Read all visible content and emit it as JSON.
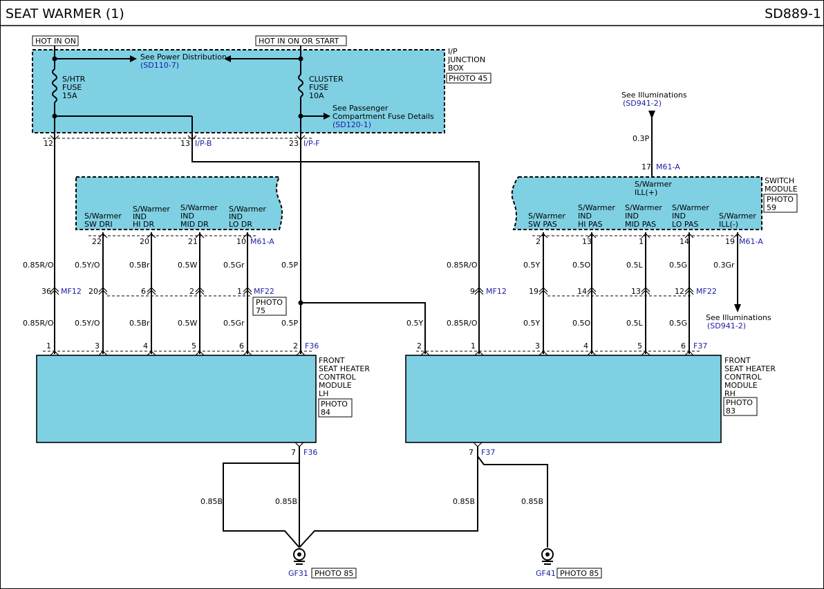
{
  "header": {
    "title": "SEAT WARMER (1)",
    "code": "SD889-1"
  },
  "power": {
    "hot_in_on": "HOT IN ON",
    "hot_in_on_or_start": "HOT IN ON OR START"
  },
  "junction_box": {
    "label_1": "I/P",
    "label_2": "JUNCTION",
    "label_3": "BOX",
    "photo": "PHOTO 45",
    "fuse_shtr": [
      "S/HTR",
      "FUSE",
      "15A"
    ],
    "fuse_cluster": [
      "CLUSTER",
      "FUSE",
      "10A"
    ],
    "see_power": "See Power Distribution",
    "see_power_ref": "(SD110-7)",
    "see_passenger_1": "See Passenger",
    "see_passenger_2": "Compartment Fuse Details",
    "see_passenger_ref": "(SD120-1)",
    "pin_12": "12",
    "pin_13": "13",
    "pin_23": "23",
    "conn_ipb": "I/P-B",
    "conn_ipf": "I/P-F"
  },
  "switch_module": {
    "label_1": "SWITCH",
    "label_2": "MODULE",
    "photo_1": "PHOTO",
    "photo_2": "59",
    "see_illum_top": "See Illuminations",
    "see_illum_top_ref": "(SD941-2)",
    "wire_03p": "0.3P",
    "pin_17": "17",
    "conn_top": "M61-A",
    "ill_plus_1": "S/Warmer",
    "ill_plus_2": "ILL(+)",
    "left_group": [
      [
        "S/Warmer",
        "SW DRI"
      ],
      [
        "S/Warmer",
        "IND",
        "HI DR"
      ],
      [
        "S/Warmer",
        "IND",
        "MID DR"
      ],
      [
        "S/Warmer",
        "IND",
        "LO DR"
      ]
    ],
    "left_pins": [
      "22",
      "20",
      "21",
      "10"
    ],
    "left_conn": "M61-A",
    "right_group": [
      [
        "S/Warmer",
        "SW PAS"
      ],
      [
        "S/Warmer",
        "IND",
        "HI PAS"
      ],
      [
        "S/Warmer",
        "IND",
        "MID PAS"
      ],
      [
        "S/Warmer",
        "IND",
        "LO PAS"
      ],
      [
        "S/Warmer",
        "ILL(-)"
      ]
    ],
    "right_pins": [
      "2",
      "13",
      "1",
      "14",
      "19"
    ],
    "right_conn": "M61-A"
  },
  "wires": {
    "upper_left": [
      "0.85R/O",
      "0.5Y/O",
      "0.5Br",
      "0.5W",
      "0.5Gr",
      "0.5P"
    ],
    "lower_left": [
      "0.85R/O",
      "0.5Y/O",
      "0.5Br",
      "0.5W",
      "0.5Gr",
      "0.5P"
    ],
    "upper_right": [
      "0.85R/O",
      "0.5Y",
      "0.5O",
      "0.5L",
      "0.5G",
      "0.3Gr"
    ],
    "lower_right": [
      "0.5Y",
      "0.85R/O",
      "0.5Y",
      "0.5O",
      "0.5L",
      "0.5G"
    ],
    "ground": [
      "0.85B",
      "0.85B",
      "0.85B",
      "0.85B"
    ]
  },
  "mf12": {
    "name": "MF12",
    "pin_left": "36",
    "pin_right": "9"
  },
  "mf22": {
    "name_left": "MF22",
    "name_right": "MF22",
    "pins_left": [
      "20",
      "6",
      "2",
      "1"
    ],
    "pins_right": [
      "19",
      "14",
      "13",
      "12"
    ],
    "photo_1": "PHOTO",
    "photo_2": "75"
  },
  "see_illum_bottom": {
    "text": "See Illuminations",
    "ref": "(SD941-2)"
  },
  "module_lh": {
    "lines": [
      "FRONT",
      "SEAT HEATER",
      "CONTROL",
      "MODULE",
      "LH"
    ],
    "photo_1": "PHOTO",
    "photo_2": "84",
    "conn": "F36",
    "pins": [
      "1",
      "3",
      "4",
      "5",
      "6",
      "2"
    ],
    "pin_gnd": "7",
    "conn_gnd": "F36"
  },
  "module_rh": {
    "lines": [
      "FRONT",
      "SEAT HEATER",
      "CONTROL",
      "MODULE",
      "RH"
    ],
    "photo_1": "PHOTO",
    "photo_2": "83",
    "conn": "F37",
    "pins": [
      "2",
      "1",
      "3",
      "4",
      "5",
      "6"
    ],
    "pin_gnd": "7",
    "conn_gnd": "F37"
  },
  "grounds": {
    "gf31": "GF31",
    "gf31_photo": "PHOTO 85",
    "gf41": "GF41",
    "gf41_photo": "PHOTO 85"
  }
}
